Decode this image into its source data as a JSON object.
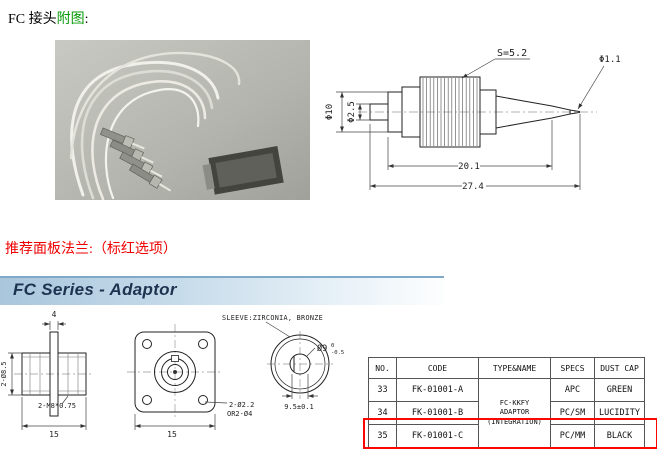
{
  "page": {
    "title_prefix": "FC 接头",
    "title_highlight": "附图",
    "title_colon": ":",
    "subtitle_red": "推荐面板法兰:（标红选项）",
    "banner_title": "FC Series - Adaptor"
  },
  "colors": {
    "title_highlight_green": "#089b08",
    "subtitle_red": "#ef0000",
    "banner_text_navy": "#1d3350",
    "banner_gradient_start": "#a9c6dc",
    "row_highlight_red": "#fb0700"
  },
  "connector_drawing": {
    "dim_knurl": "S=5.2",
    "dim_tip": "Φ1.1",
    "dim_outer": "Φ10",
    "dim_inner": "Φ2.5",
    "dim_length_body": "20.1",
    "dim_length_total": "27.4"
  },
  "adaptor_drawing": {
    "sleeve_note": "SLEEVE:ZIRCONIA, BRONZE",
    "dim_flange_thickness": "4",
    "dim_nut_dia": "2-Ø8.5",
    "dim_thread": "2-M8*0.75",
    "dim_side_width": "15",
    "dim_square_width": "15",
    "dim_corner_hole": "2-Ø2.2",
    "dim_corner_hole_alt": "OR2-Ø4",
    "dim_face_dia": "Ø9",
    "dim_face_tol_upper": "0",
    "dim_face_tol_lower": "-0.5",
    "dim_key_width": "9.5±0.1"
  },
  "table": {
    "headers": [
      "NO.",
      "CODE",
      "TYPE&NAME",
      "SPECS",
      "DUST CAP"
    ],
    "type_name_lines": [
      "FC-KKFY",
      "ADAPTOR",
      "(INTEGRATION)"
    ],
    "rows": [
      {
        "no": "33",
        "code": "FK-01001-A",
        "specs": "APC",
        "dust_cap": "GREEN"
      },
      {
        "no": "34",
        "code": "FK-01001-B",
        "specs": "PC/SM",
        "dust_cap": "LUCIDITY"
      },
      {
        "no": "35",
        "code": "FK-01001-C",
        "specs": "PC/MM",
        "dust_cap": "BLACK"
      }
    ],
    "highlighted_row_no": "35"
  }
}
